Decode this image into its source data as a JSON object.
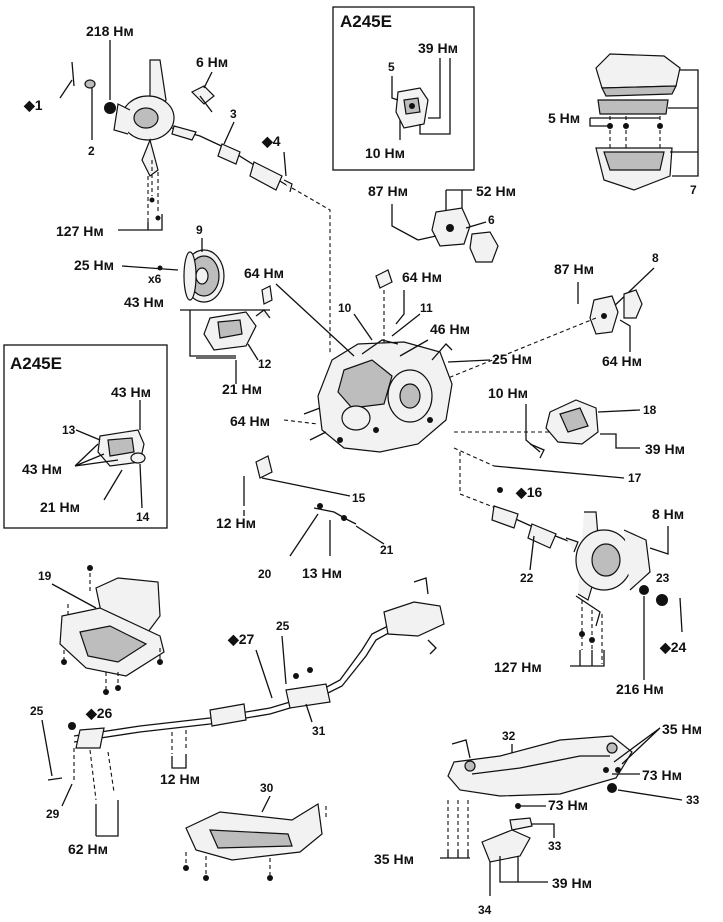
{
  "insets": {
    "top": {
      "title": "A245E",
      "labels": [
        "39 Нм",
        "5",
        "10 Нм"
      ]
    },
    "left": {
      "title": "A245E",
      "labels": [
        "43 Нм",
        "13",
        "43 Нм",
        "21 Нм",
        "14"
      ]
    }
  },
  "labels": {
    "t218": "218 Нм",
    "d1": "◆1",
    "n2": "2",
    "t6nm": "6 Нм",
    "n3": "3",
    "d4": "◆4",
    "t127a": "127 Нм",
    "n9": "9",
    "t25a": "25 Нм",
    "x6": "x6",
    "t64a": "64 Нм",
    "t43": "43 Нм",
    "n12": "12",
    "t21": "21 Нм",
    "t87a": "87 Нм",
    "t52": "52 Нм",
    "n6": "6",
    "t64b": "64 Нм",
    "n10": "10",
    "n11": "11",
    "t46": "46 Нм",
    "t25b": "25 Нм",
    "t64c": "64 Нм",
    "t5": "5 Нм",
    "n7": "7",
    "t87b": "87 Нм",
    "n8": "8",
    "t64d": "64 Нм",
    "t10": "10 Нм",
    "n18": "18",
    "t39a": "39 Нм",
    "n17": "17",
    "d16": "◆16",
    "n15": "15",
    "t12a": "12 Нм",
    "n20": "20",
    "t13": "13 Нм",
    "n21": "21",
    "n22": "22",
    "t8": "8 Нм",
    "n23": "23",
    "d24": "◆24",
    "t127b": "127 Нм",
    "t216": "216 Нм",
    "n19": "19",
    "d27": "◆27",
    "n25a": "25",
    "n25b": "25",
    "d26": "◆26",
    "n31": "31",
    "n29": "29",
    "t62": "62 Нм",
    "t12b": "12 Нм",
    "n30": "30",
    "n32": "32",
    "t35a": "35 Нм",
    "t73a": "73 Нм",
    "n33a": "33",
    "t73b": "73 Нм",
    "n33b": "33",
    "t35b": "35 Нм",
    "t39b": "39 Нм",
    "n34": "34"
  }
}
